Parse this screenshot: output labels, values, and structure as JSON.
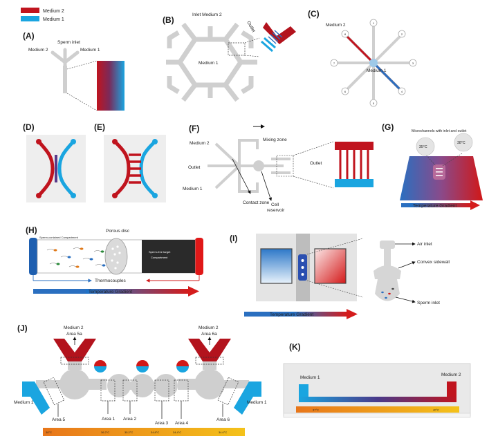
{
  "legend": {
    "medium2": "Medium 2",
    "medium1": "Medium 1",
    "medium2_color": "#c0141e",
    "medium1_color": "#1aa5e0"
  },
  "panels": {
    "A": {
      "label": "(A)",
      "sperm_inlet": "Sperm inlet",
      "medium2": "Medium 2",
      "medium1": "Medium 1"
    },
    "B": {
      "label": "(B)",
      "inlet": "Inlet Medium 2",
      "outlet": "Outlet",
      "medium1": "Medium 1"
    },
    "C": {
      "label": "(C)",
      "medium2": "Medium 2",
      "medium1": "Medium 1",
      "ports": [
        "1",
        "2",
        "3",
        "4",
        "5",
        "6",
        "7",
        "8"
      ]
    },
    "D": {
      "label": "(D)"
    },
    "E": {
      "label": "(E)"
    },
    "F": {
      "label": "(F)",
      "medium2": "Medium 2",
      "mixing": "Mixing zone",
      "outlet_left": "Outlet",
      "outlet_right": "Outlet",
      "medium1": "Medium 1",
      "contact": "Contact zone",
      "cell": "Cell",
      "reservoir": "reservoir"
    },
    "G": {
      "label": "(G)",
      "title": "Microchannels with inlet and outlet",
      "t_low": "35°C",
      "t_high": "38°C",
      "gradient": "Temperature Gradient"
    },
    "H": {
      "label": "(H)",
      "porous": "Porous disc",
      "sperm_contained": "Sperm-contained Compartment",
      "sperm_free": "Sperm-free target",
      "compartment": "Compartment",
      "thermocouples": "Thermocouples",
      "gradient": "Temperature Gradient"
    },
    "I": {
      "label": "(I)",
      "air_inlet": "Air inlet",
      "convex": "Convex sidewall",
      "sperm_inlet": "Sperm inlet",
      "gradient": "Temperature Gradient"
    },
    "J": {
      "label": "(J)",
      "medium2_left": "Medium 2",
      "area5a": "Area 5a",
      "medium2_right": "Medium 2",
      "area6a": "Area 6a",
      "medium1_left": "Medium 1",
      "medium1_right": "Medium 1",
      "areas": [
        "Area 5",
        "Area 1",
        "Area 2",
        "Area 3",
        "Area 4",
        "Area 6"
      ],
      "temps": [
        "38°C",
        "36.2°C",
        "35.2°C",
        "34.8°C",
        "34.4°C",
        "34.0°C"
      ]
    },
    "K": {
      "label": "(K)",
      "medium1": "Medium 1",
      "medium2": "Medium 2",
      "t_left": "37°C",
      "t_right": "40°C"
    }
  }
}
